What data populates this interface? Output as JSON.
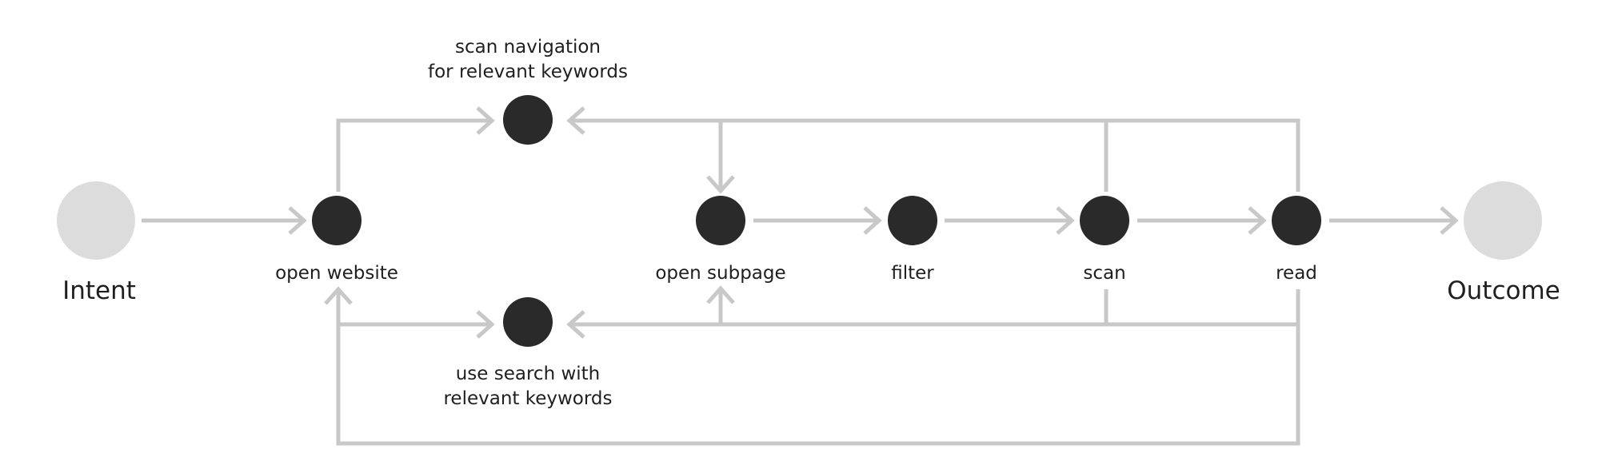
{
  "diagram": {
    "colors": {
      "edge": "#c8c8c8",
      "step_node": "#2a2a2a",
      "terminal_node": "#dcdcdc"
    },
    "terminals": {
      "start": "Intent",
      "end": "Outcome"
    },
    "steps": {
      "open_website": "open website",
      "scan_navigation_line1": "scan navigation",
      "scan_navigation_line2": "for relevant keywords",
      "use_search_line1": "use search with",
      "use_search_line2": "relevant keywords",
      "open_subpage": "open subpage",
      "filter": "filter",
      "scan": "scan",
      "read": "read"
    },
    "edges": [
      {
        "from": "Intent",
        "to": "open website"
      },
      {
        "from": "open website",
        "to": "scan navigation for relevant keywords"
      },
      {
        "from": "open website",
        "to": "use search with relevant keywords"
      },
      {
        "from": "scan navigation for relevant keywords",
        "to": "open subpage"
      },
      {
        "from": "use search with relevant keywords",
        "to": "open subpage"
      },
      {
        "from": "open subpage",
        "to": "filter"
      },
      {
        "from": "filter",
        "to": "scan"
      },
      {
        "from": "scan",
        "to": "read"
      },
      {
        "from": "read",
        "to": "Outcome"
      },
      {
        "from": "scan",
        "to": "scan navigation for relevant keywords"
      },
      {
        "from": "read",
        "to": "scan navigation for relevant keywords"
      },
      {
        "from": "scan",
        "to": "use search with relevant keywords"
      },
      {
        "from": "read",
        "to": "use search with relevant keywords"
      },
      {
        "from": "read",
        "to": "open website"
      }
    ]
  }
}
